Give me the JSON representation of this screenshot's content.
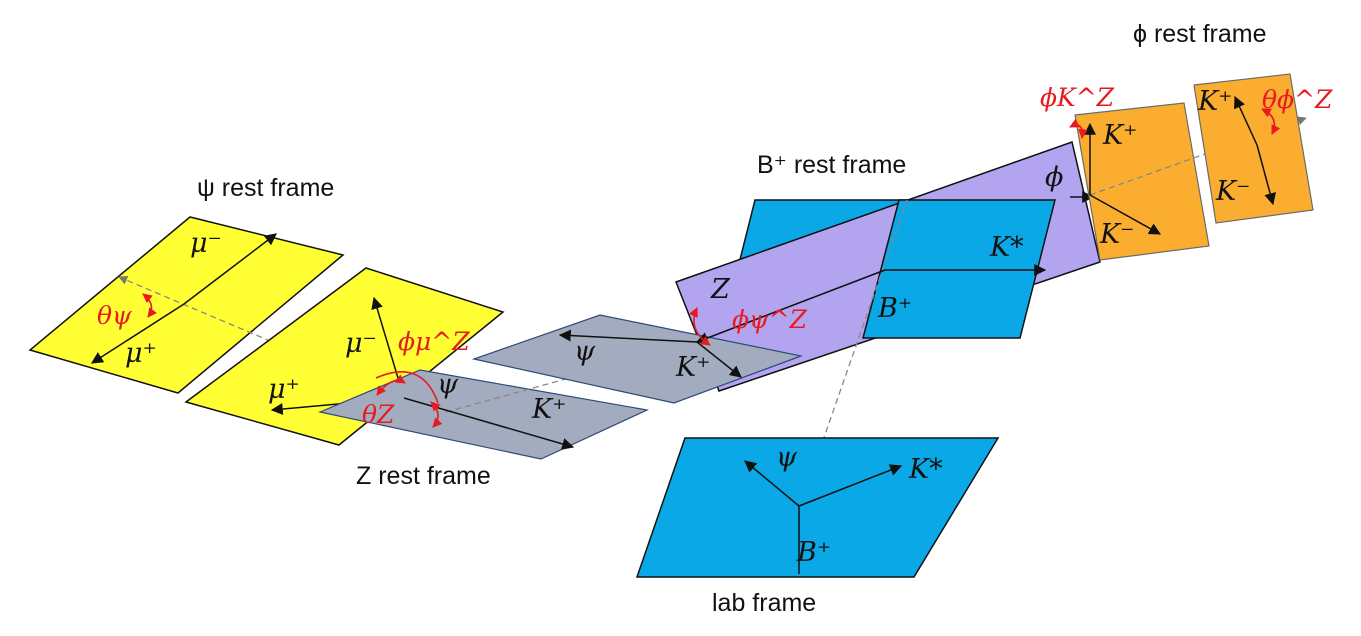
{
  "frames": {
    "psi_rest": "ψ rest frame",
    "z_rest": "Z rest frame",
    "b_rest": "B⁺ rest frame",
    "phi_rest": "ϕ rest frame",
    "lab": "lab frame"
  },
  "particles": {
    "mu_minus": "μ⁻",
    "mu_plus": "μ⁺",
    "psi": "ψ",
    "k_plus": "K⁺",
    "k_minus": "K⁻",
    "k_star": "K*",
    "b_plus": "B⁺",
    "z": "Z",
    "phi": "ϕ"
  },
  "angles": {
    "theta_psi": "θψ",
    "phi_mu_z": "ϕμ^Z",
    "theta_z": "θZ",
    "phi_psi_z": "ϕψ^Z",
    "phi_k_z": "ϕK^Z",
    "theta_phi_z": "θϕ^Z"
  },
  "colors": {
    "psi_frame": "#ffff33",
    "z_frame": "#a3acbf",
    "b_frame": "#0aa8e6",
    "phi_frame": "#fbad30",
    "z_plane": "#b3a4f0",
    "angle": "#e8191f"
  }
}
